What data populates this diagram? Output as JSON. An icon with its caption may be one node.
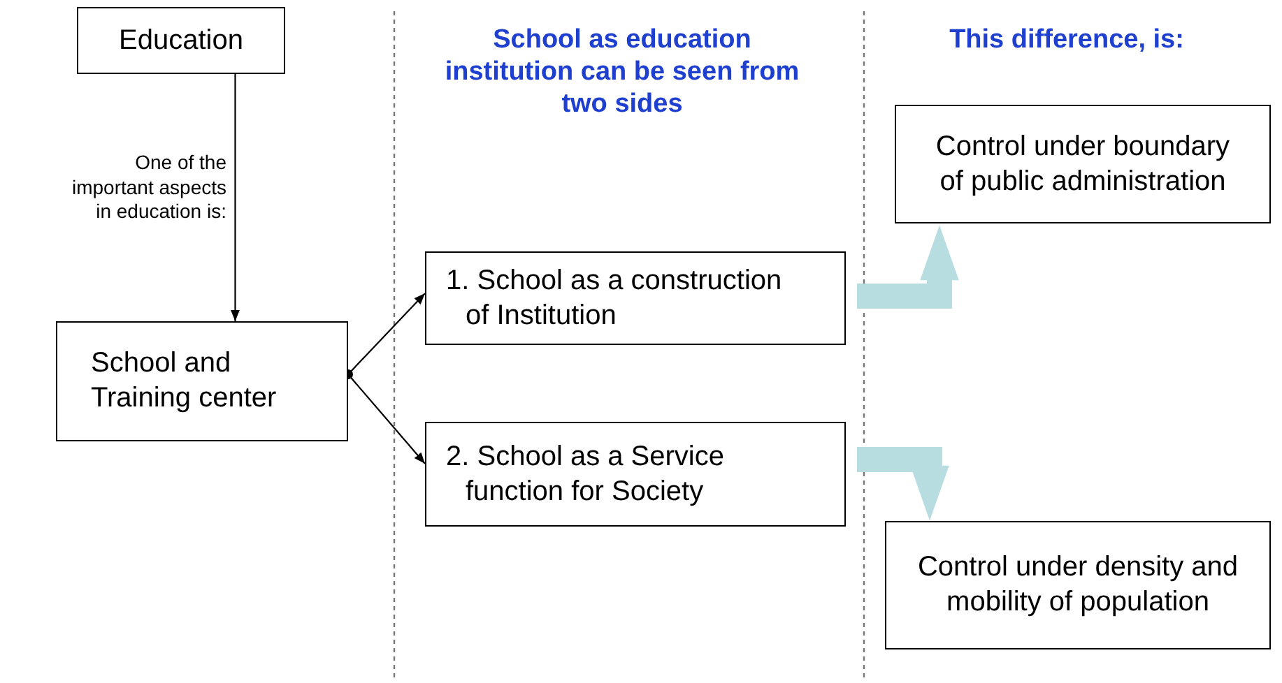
{
  "diagram": {
    "nodes": [
      {
        "text": [
          "Education"
        ]
      },
      {
        "text": [
          "School and Training center"
        ]
      },
      {
        "text": [
          "1. School as a construction of Institution"
        ]
      },
      {
        "text": [
          "2. School as a Service function for Society"
        ]
      },
      {
        "text": [
          "Control under boundary of public administration"
        ]
      },
      {
        "text": [
          "Control under density and mobility of population"
        ]
      }
    ],
    "edges": [
      {
        "from": 0,
        "to": 1,
        "arrow": "to",
        "label": "One of the important aspects in education is:"
      },
      {
        "from": 1,
        "to": 2,
        "arrow": "to"
      },
      {
        "from": 1,
        "to": 3,
        "arrow": "to"
      },
      {
        "from": 2,
        "to": 4,
        "arrow": "to",
        "style": "thick",
        "color": "#b7dde1"
      },
      {
        "from": 3,
        "to": 5,
        "arrow": "to",
        "style": "thick",
        "color": "#b7dde1"
      }
    ],
    "labels": [
      "School as education institution can be seen from two sides",
      "This difference, is:"
    ]
  }
}
